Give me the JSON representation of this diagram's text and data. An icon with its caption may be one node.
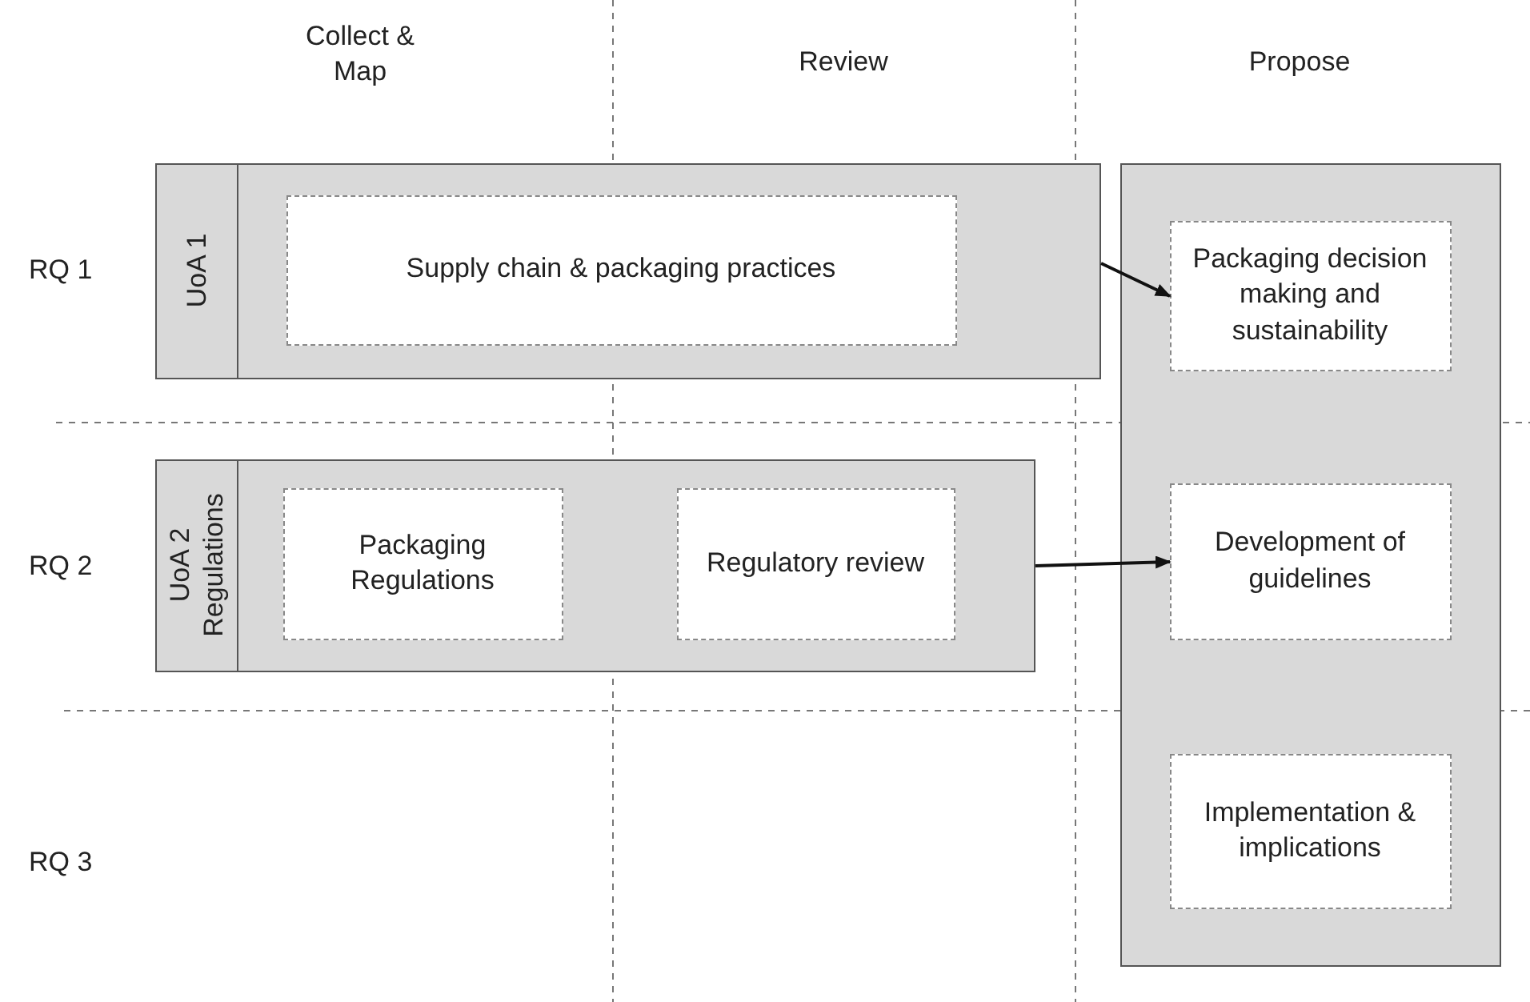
{
  "diagram": {
    "nodes": [
      {
        "text": [],
        "shape": "box"
      },
      {
        "text": [
          "UoA 1"
        ],
        "in": 0
      },
      {
        "text": [
          "Supply chain & packaging practices"
        ],
        "in": 0
      },
      {
        "text": [],
        "shape": "box"
      },
      {
        "text": [
          "UoA 2 Regulations"
        ],
        "in": 3
      },
      {
        "text": [
          "Packaging Regulations"
        ],
        "in": 3
      },
      {
        "text": [
          "Regulatory review"
        ],
        "in": 3
      },
      {
        "text": [],
        "shape": "box"
      },
      {
        "text": [
          "Packaging decision making and sustainability"
        ],
        "in": 7
      },
      {
        "text": [
          "Development of guidelines"
        ],
        "in": 7
      },
      {
        "text": [
          "Implementation & implications"
        ],
        "in": 7
      }
    ],
    "edges": [
      {
        "from": 0,
        "to": 8,
        "arrow": "to"
      },
      {
        "from": 3,
        "to": 9,
        "arrow": "to"
      }
    ],
    "labels": [
      "Collect & Map",
      "Review",
      "Propose",
      "RQ 1",
      "RQ 2",
      "RQ 3"
    ]
  }
}
